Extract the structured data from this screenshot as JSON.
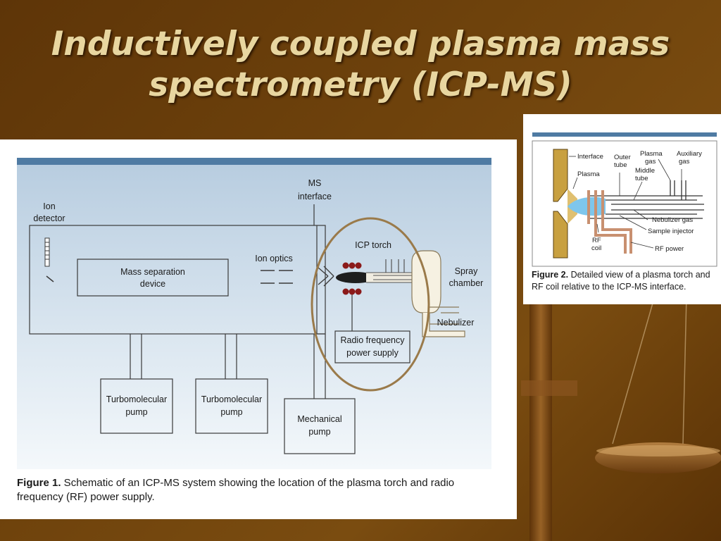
{
  "slide": {
    "title_line1": "Inductively coupled plasma mass",
    "title_line2": "spectrometry (ICP-MS)"
  },
  "colors": {
    "background": "#6a3e0c",
    "title": "#e8d6a0",
    "figure_band": "#4f7ba3",
    "icp_oval": "#9a7a4a",
    "plasma": "#7ec6ec",
    "coil": "#c89070"
  },
  "figure1": {
    "labels": {
      "ms_interface_1": "MS",
      "ms_interface_2": "interface",
      "ion_detector_1": "Ion",
      "ion_detector_2": "detector",
      "mass_sep_1": "Mass separation",
      "mass_sep_2": "device",
      "ion_optics": "Ion optics",
      "icp_torch": "ICP torch",
      "spray_1": "Spray",
      "spray_2": "chamber",
      "nebulizer": "Nebulizer",
      "rf_1": "Radio frequency",
      "rf_2": "power supply",
      "turbo1_1": "Turbomolecular",
      "turbo1_2": "pump",
      "turbo2_1": "Turbomolecular",
      "turbo2_2": "pump",
      "mech_1": "Mechanical",
      "mech_2": "pump"
    },
    "caption_num": "Figure 1.",
    "caption_text": " Schematic of an ICP-MS system showing the location of the plasma torch and radio frequency (RF) power supply."
  },
  "figure2": {
    "labels": {
      "interface": "Interface",
      "plasma": "Plasma",
      "outer_1": "Outer",
      "outer_2": "tube",
      "plasma_gas_1": "Plasma",
      "plasma_gas_2": "gas",
      "aux_1": "Auxiliary",
      "aux_2": "gas",
      "middle_1": "Middle",
      "middle_2": "tube",
      "nebulizer_gas": "Nebulizer gas",
      "sample_injector": "Sample injector",
      "rf_coil_1": "RF",
      "rf_coil_2": "coil",
      "rf_power": "RF power"
    },
    "caption_num": "Figure 2.",
    "caption_text": " Detailed view of a plasma torch and RF coil relative to the ICP-MS interface."
  }
}
